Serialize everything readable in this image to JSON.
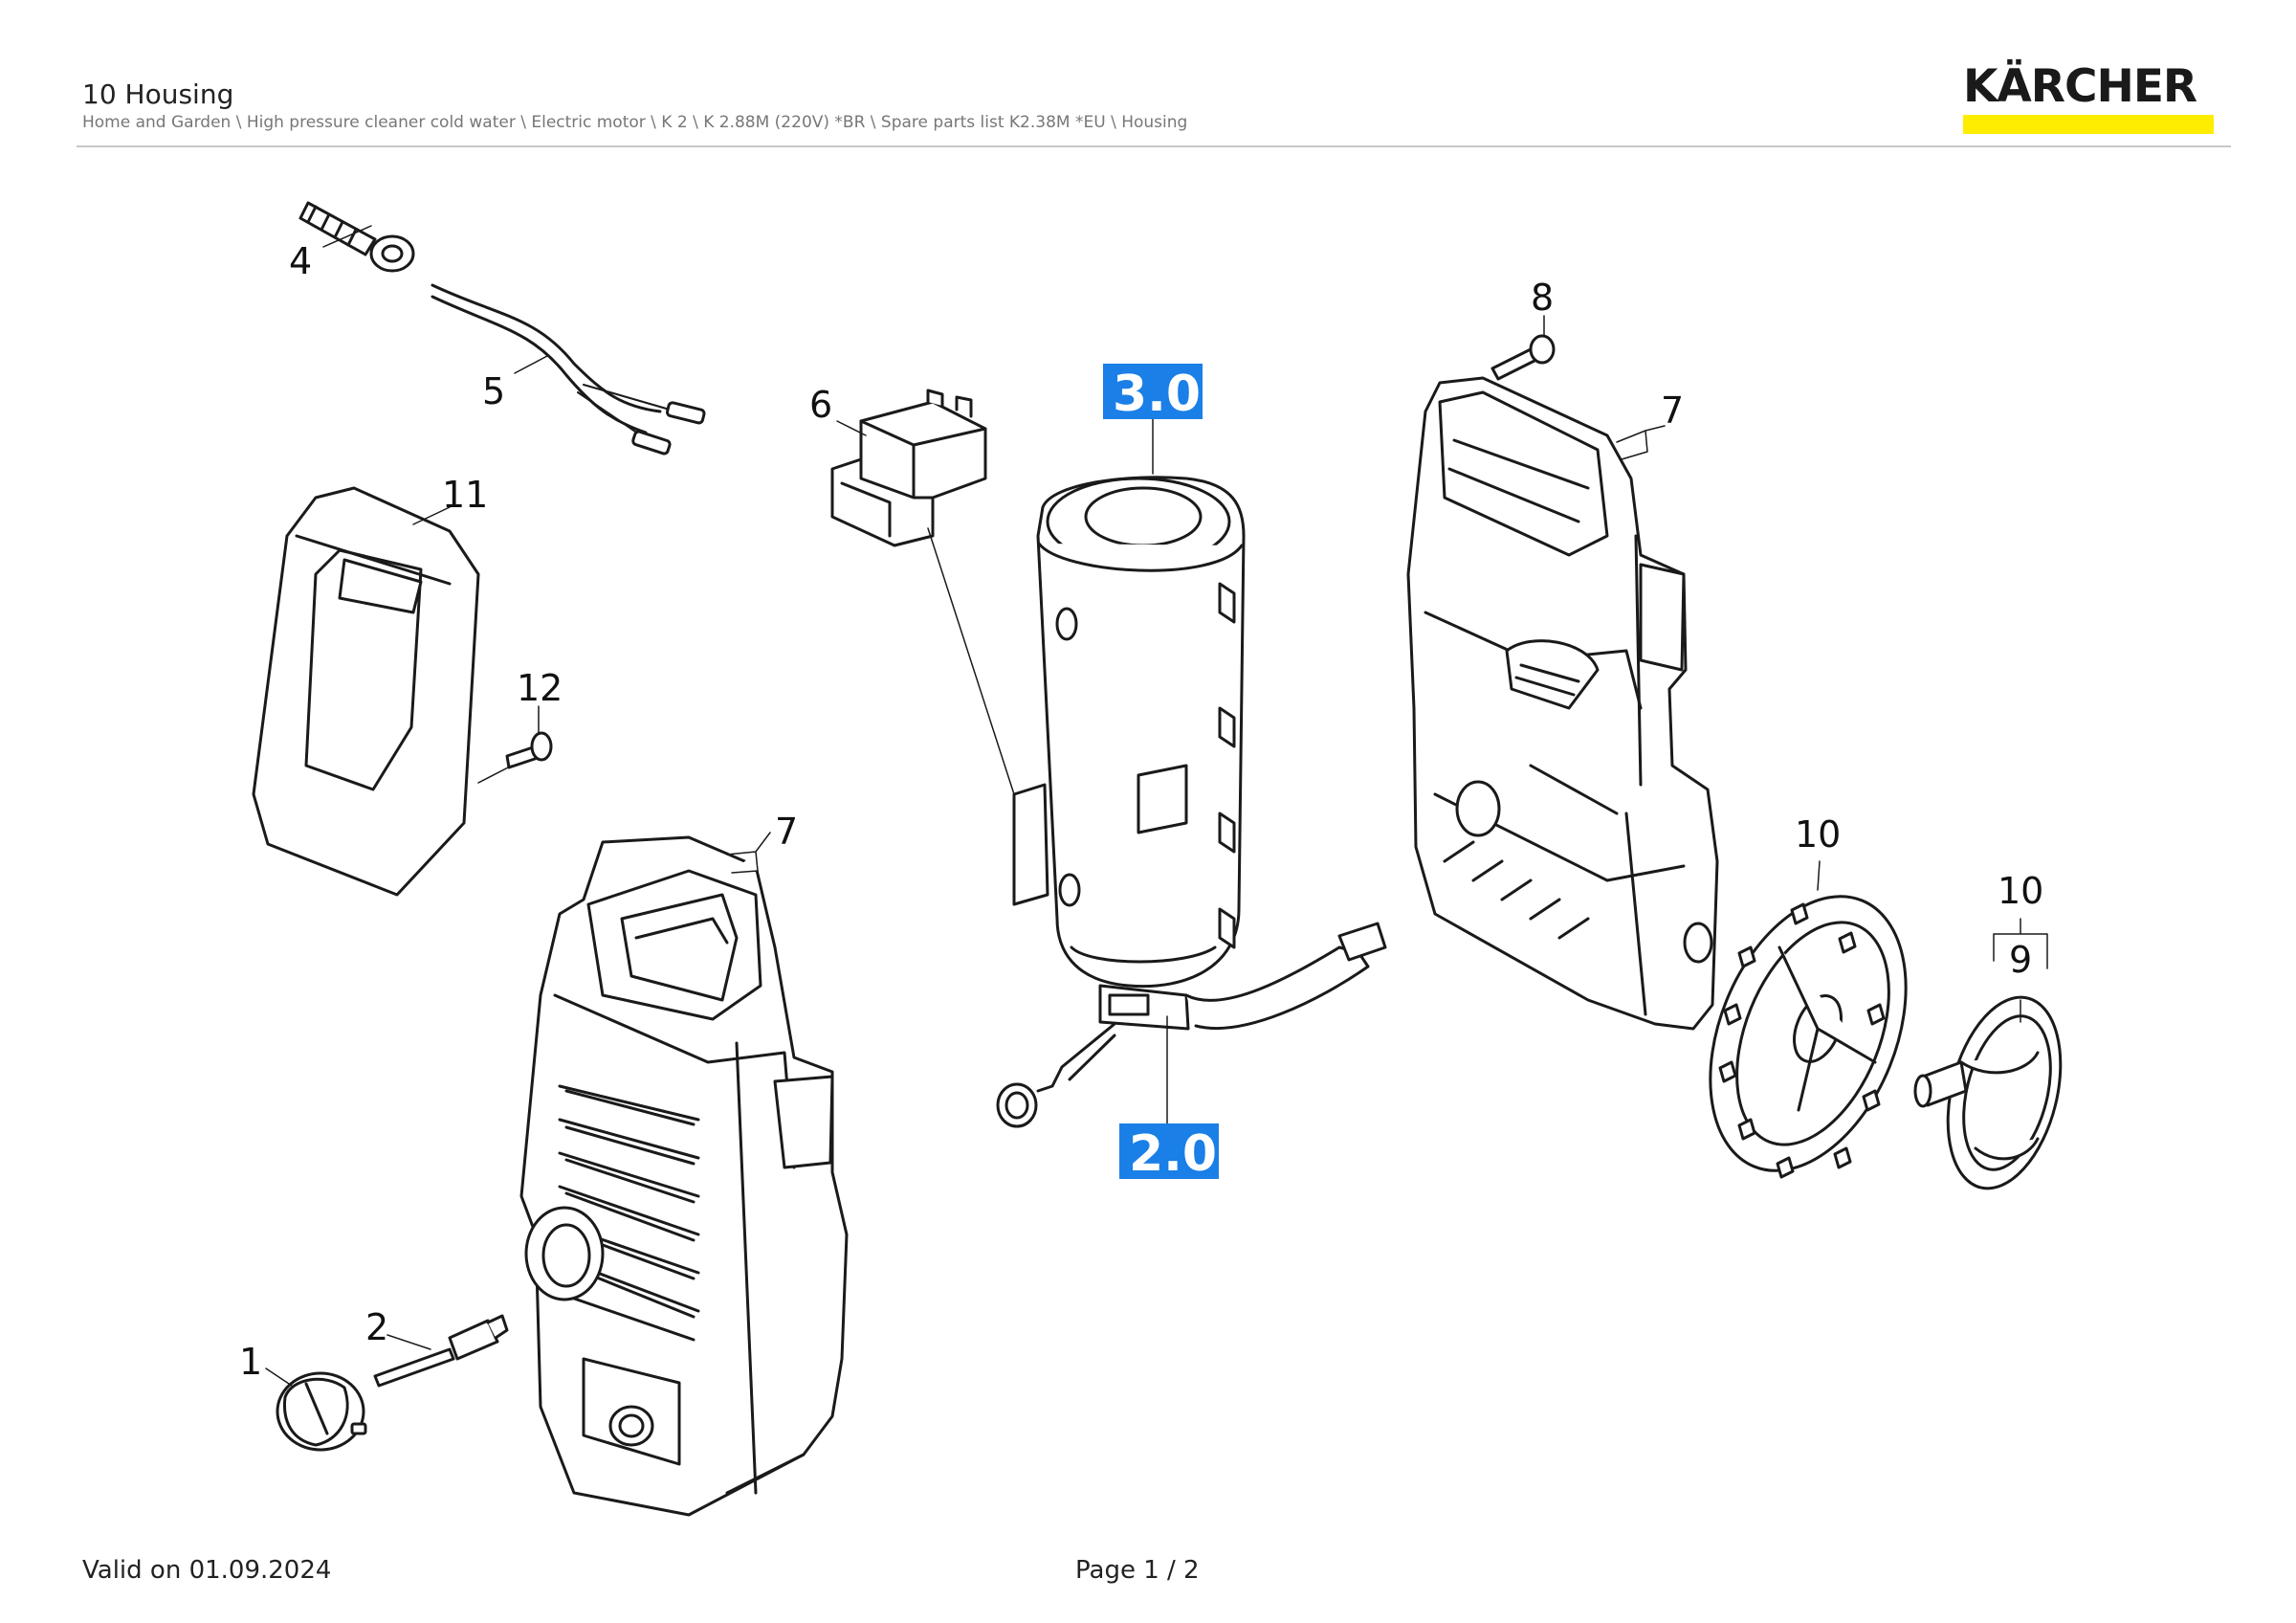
{
  "header": {
    "title": "10 Housing",
    "breadcrumb": "Home and Garden \\ High pressure cleaner cold water \\ Electric motor \\ K 2 \\ K 2.88M (220V) *BR \\ Spare parts list K2.38M *EU \\ Housing"
  },
  "brand": {
    "name": "KÄRCHER",
    "accent_color": "#ffed00"
  },
  "diagram": {
    "part_labels": [
      "4",
      "5",
      "6",
      "11",
      "12",
      "7",
      "1",
      "2",
      "8",
      "7",
      "10",
      "10",
      "9"
    ],
    "assembly_refs": [
      "3.0",
      "2.0"
    ],
    "badge_color": "#1a7fe6"
  },
  "footer": {
    "valid_text": "Valid on 01.09.2024",
    "page_text": "Page 1 / 2"
  }
}
